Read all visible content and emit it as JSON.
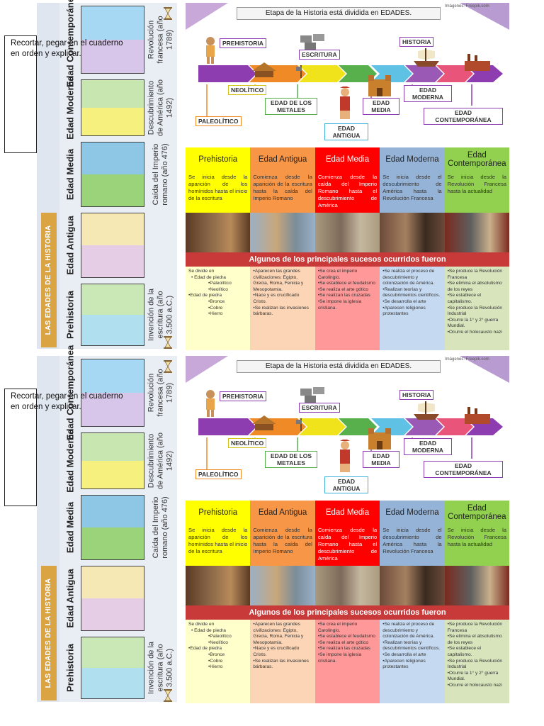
{
  "note": {
    "text": "Recortar, pegar en el cuaderno en orden y explicar."
  },
  "strip": {
    "series_label": "LAS EDADES DE LA HISTORIA",
    "rows": [
      {
        "era": "Edad Contemporánea",
        "event": "Revolución francesa (año 1789)"
      },
      {
        "era": "Edad Moderna",
        "event": "Descubrimiento de América (año 1492)"
      },
      {
        "era": "Edad Media",
        "event": "Caída del Imperio romano (año 476)"
      },
      {
        "era": "Edad Antigua",
        "event": ""
      },
      {
        "era": "Prehistoria",
        "event": "Invención de la escritura (año 3.500 a.C.)"
      }
    ]
  },
  "panel": {
    "title": "Etapa de la Historia está dividida en EDADES.",
    "credit": "Imágenes: Freepik.com",
    "timeline": {
      "prehistoria": "PREHISTORIA",
      "escritura": "ESCRITURA",
      "historia": "HISTORIA",
      "neolitico": "NEOLÍTICO",
      "paleolitico": "PALEOLÍTICO",
      "metales": "EDAD DE LOS METALES",
      "antigua": "EDAD ANTIGUA",
      "media": "EDAD MEDIA",
      "moderna": "EDAD MODERNA",
      "contemporanea": "EDAD CONTEMPORÁNEA"
    },
    "columns": [
      {
        "title": "Prehistoria",
        "color": "#ffff00",
        "desc": "Se inicia desde la aparición de los homínidos hasta el inicio de la escritura",
        "facts": [
          {
            "t": "Se divide en",
            "lvl": 0
          },
          {
            "t": "• Edad de piedra",
            "lvl": 1
          },
          {
            "t": "•Paleolítico",
            "lvl": 2
          },
          {
            "t": "•Neolítico",
            "lvl": 2
          },
          {
            "t": "•Edad de piedra",
            "lvl": 0
          },
          {
            "t": "•Bronce",
            "lvl": 2
          },
          {
            "t": "•Cobre",
            "lvl": 2
          },
          {
            "t": "•Hierro",
            "lvl": 2
          }
        ]
      },
      {
        "title": "Edad Antigua",
        "color": "#f79646",
        "desc": "Comienza desde la aparición de la escritura hasta la caída del Imperio Romano",
        "facts": [
          {
            "t": "•Aparecen las grandes civilizaciones: Egipto, Grecia, Roma, Fenicia y Mesopotamia.",
            "lvl": 0
          },
          {
            "t": "•Nace y es crucificado Cristo.",
            "lvl": 0
          },
          {
            "t": "•Se realizan las invasiones bárbaras.",
            "lvl": 0
          }
        ]
      },
      {
        "title": "Edad Media",
        "color": "#ff0000",
        "desc": "Comienza desde la caída del Imperio Romano hasta el descubrimiento de América",
        "facts": [
          {
            "t": "•Se crea el imperio Carolingio.",
            "lvl": 0
          },
          {
            "t": "•Se establece el feudalismo",
            "lvl": 0
          },
          {
            "t": "•Se realiza el arte gótico",
            "lvl": 0
          },
          {
            "t": "•Se realizan las cruzadas",
            "lvl": 0
          },
          {
            "t": "•Se impone la iglesia cristiana.",
            "lvl": 0
          }
        ]
      },
      {
        "title": "Edad Moderna",
        "color": "#95b3d7",
        "desc": "Se inicia desde el descubrimiento de América hasta la Revolución Francesa",
        "facts": [
          {
            "t": "•Se realiza el proceso de descubrimiento y colonización de América.",
            "lvl": 0
          },
          {
            "t": "•Realizan teorías y descubrimientos científicos.",
            "lvl": 0
          },
          {
            "t": "•Se desarrolla el arte",
            "lvl": 0
          },
          {
            "t": "•Aparecen religiones protestantes",
            "lvl": 0
          }
        ]
      },
      {
        "title": "Edad Contemporánea",
        "color": "#92d050",
        "desc": "Se inicia desde la Revolución Francesa hasta la actualidad",
        "facts": [
          {
            "t": "•Se produce la Revolución Francesa",
            "lvl": 0
          },
          {
            "t": "•Se elimina el absolutismo de los reyes",
            "lvl": 0
          },
          {
            "t": "•Se establece el capitalismo.",
            "lvl": 0
          },
          {
            "t": "•Se produce la Revolución Industrial",
            "lvl": 0
          },
          {
            "t": "•Ocurre la 1° y 2° guerra Mundial.",
            "lvl": 0
          },
          {
            "t": "•Ocurre el holocausto nazi",
            "lvl": 0
          }
        ]
      }
    ],
    "banner": "Algunos de los principales sucesos ocurridos fueron"
  }
}
